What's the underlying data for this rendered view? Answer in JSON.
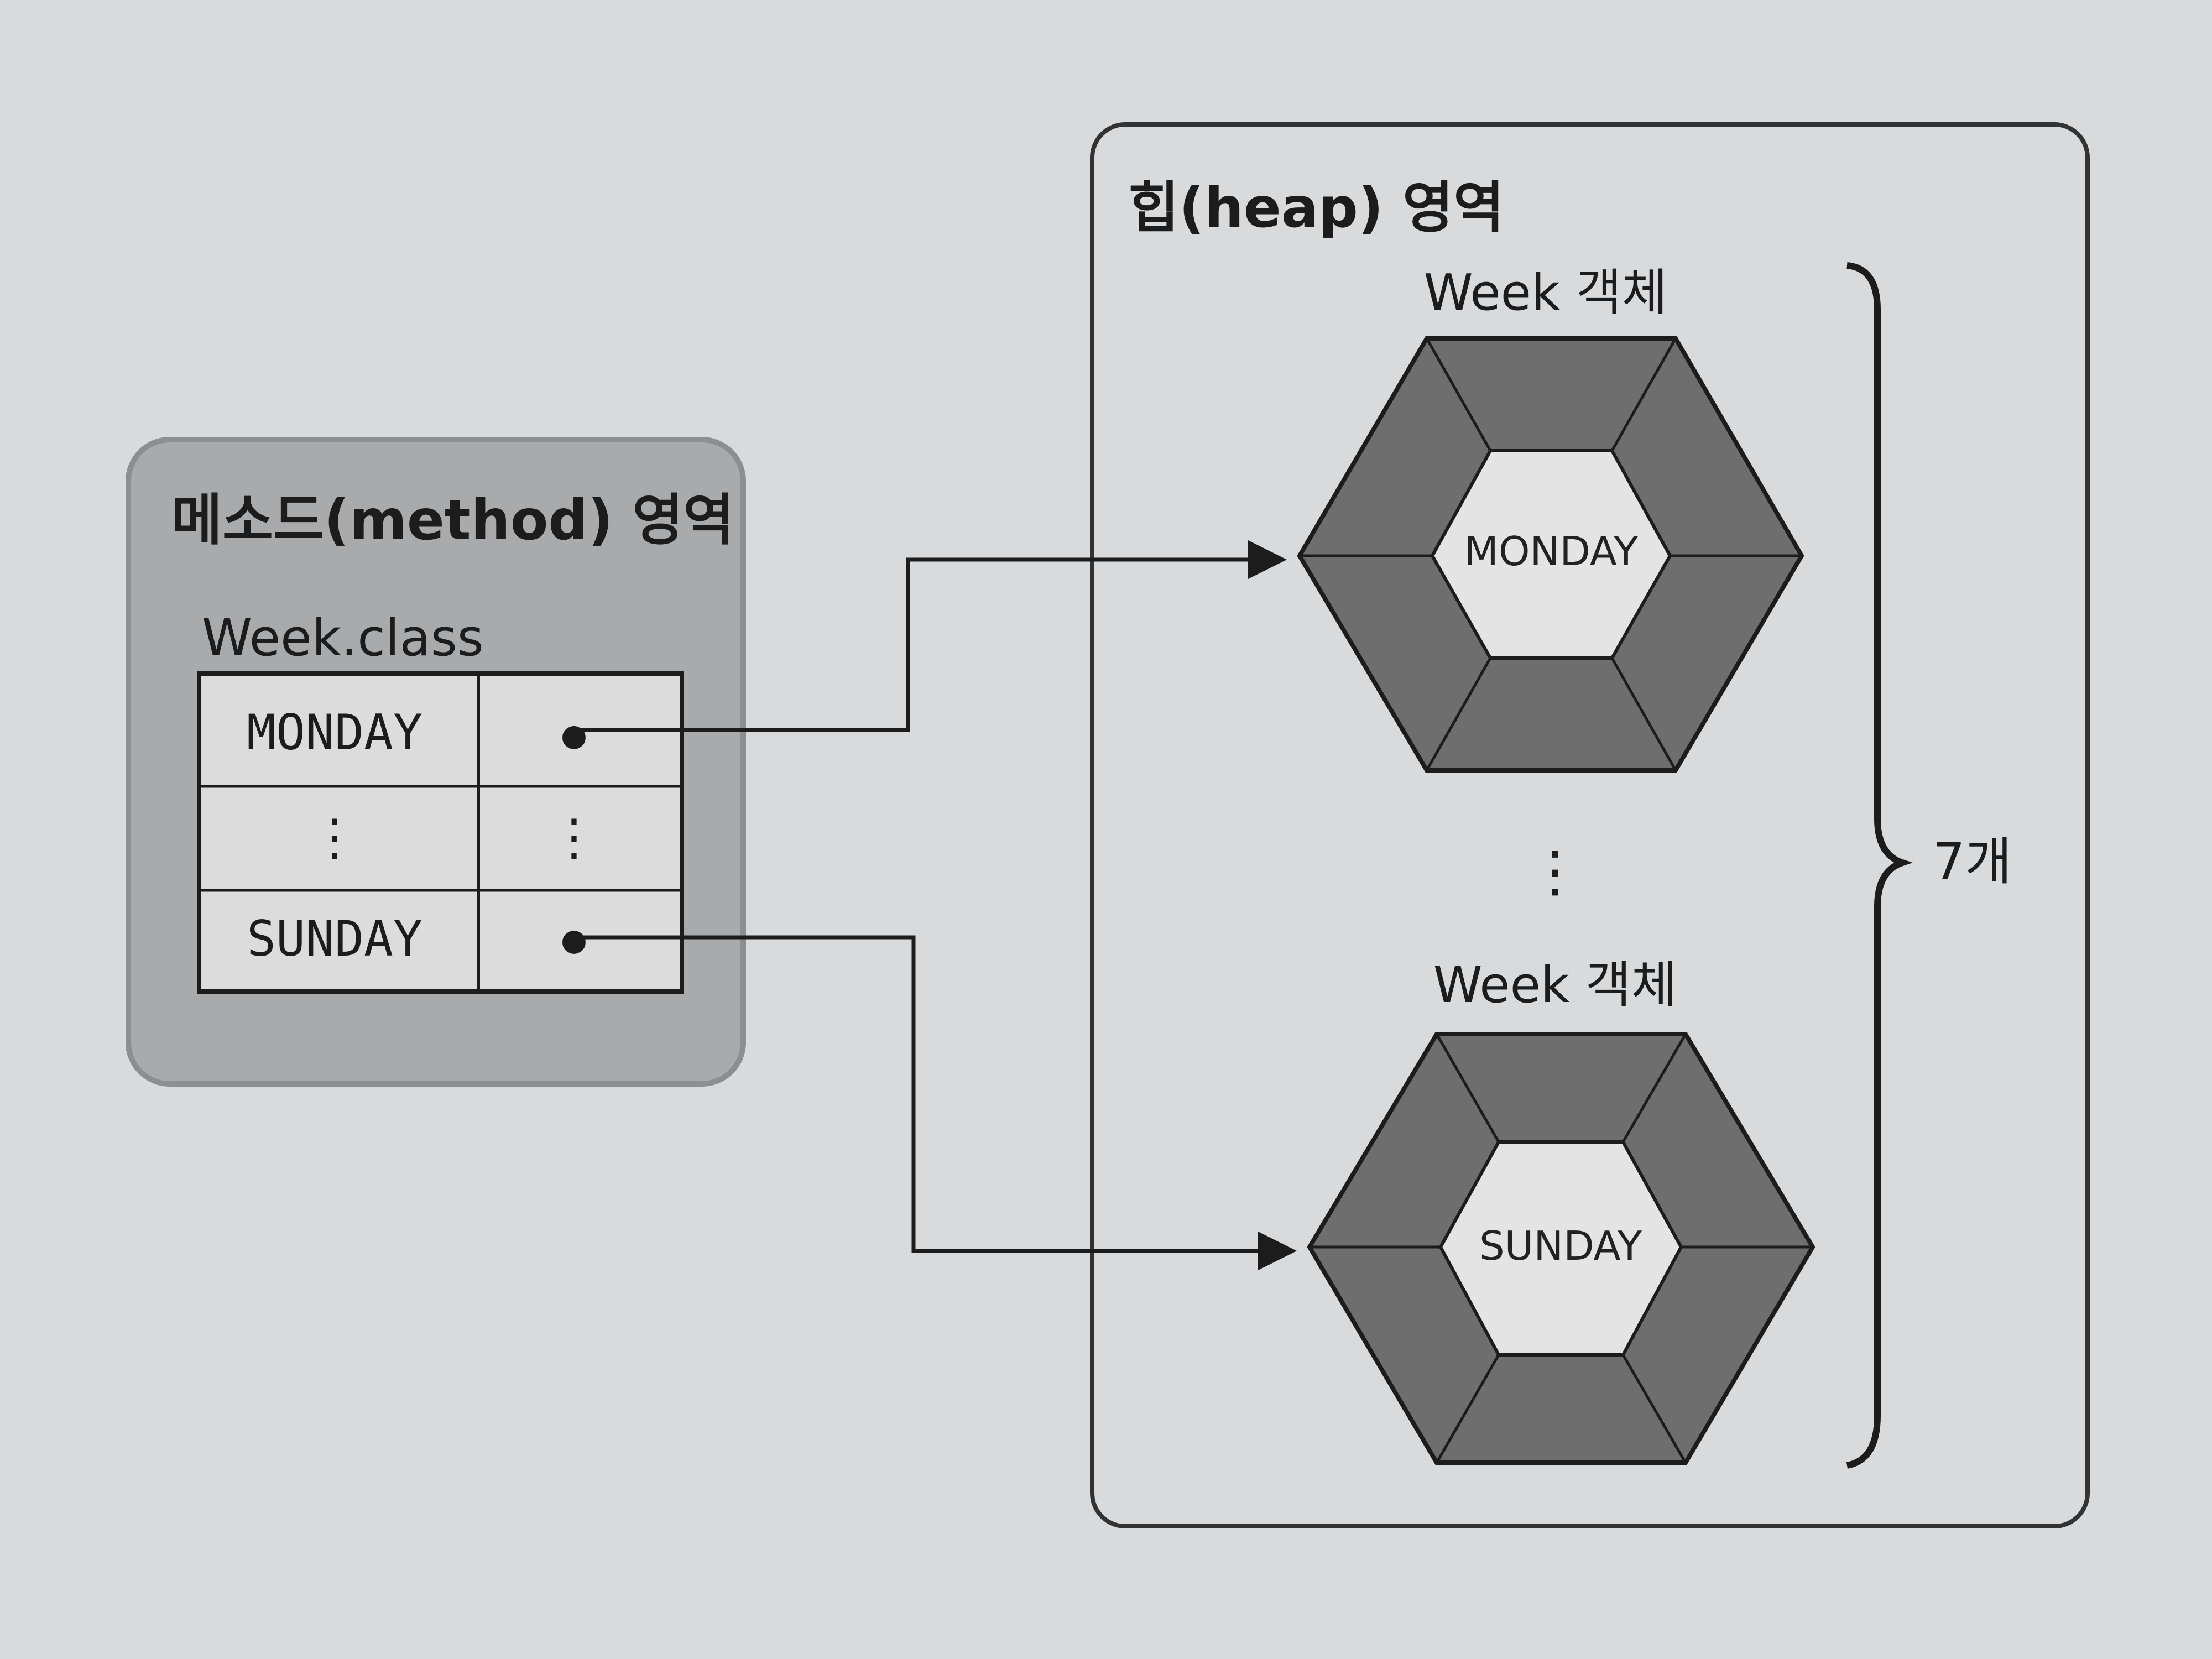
{
  "method_area": {
    "title": "메소드(method) 영역",
    "class_name": "Week.class",
    "rows": [
      {
        "name": "MONDAY",
        "ref": "●"
      },
      {
        "name": "⋮",
        "ref": "⋮"
      },
      {
        "name": "SUNDAY",
        "ref": "●"
      }
    ]
  },
  "heap_area": {
    "title": "힙(heap) 영역",
    "objects": [
      {
        "caption": "Week 객체",
        "value": "MONDAY"
      },
      {
        "caption": "Week 객체",
        "value": "SUNDAY"
      }
    ],
    "ellipsis": "⋮",
    "count_label": "7개"
  },
  "colors": {
    "background": "#d9dadb",
    "method_box_fill": "#a9aaac",
    "heap_border": "#333333",
    "hexagon_fill": "#6e6e6e",
    "hexagon_inner_fill": "#e4e4e4",
    "table_fill": "#dcdcdd"
  }
}
